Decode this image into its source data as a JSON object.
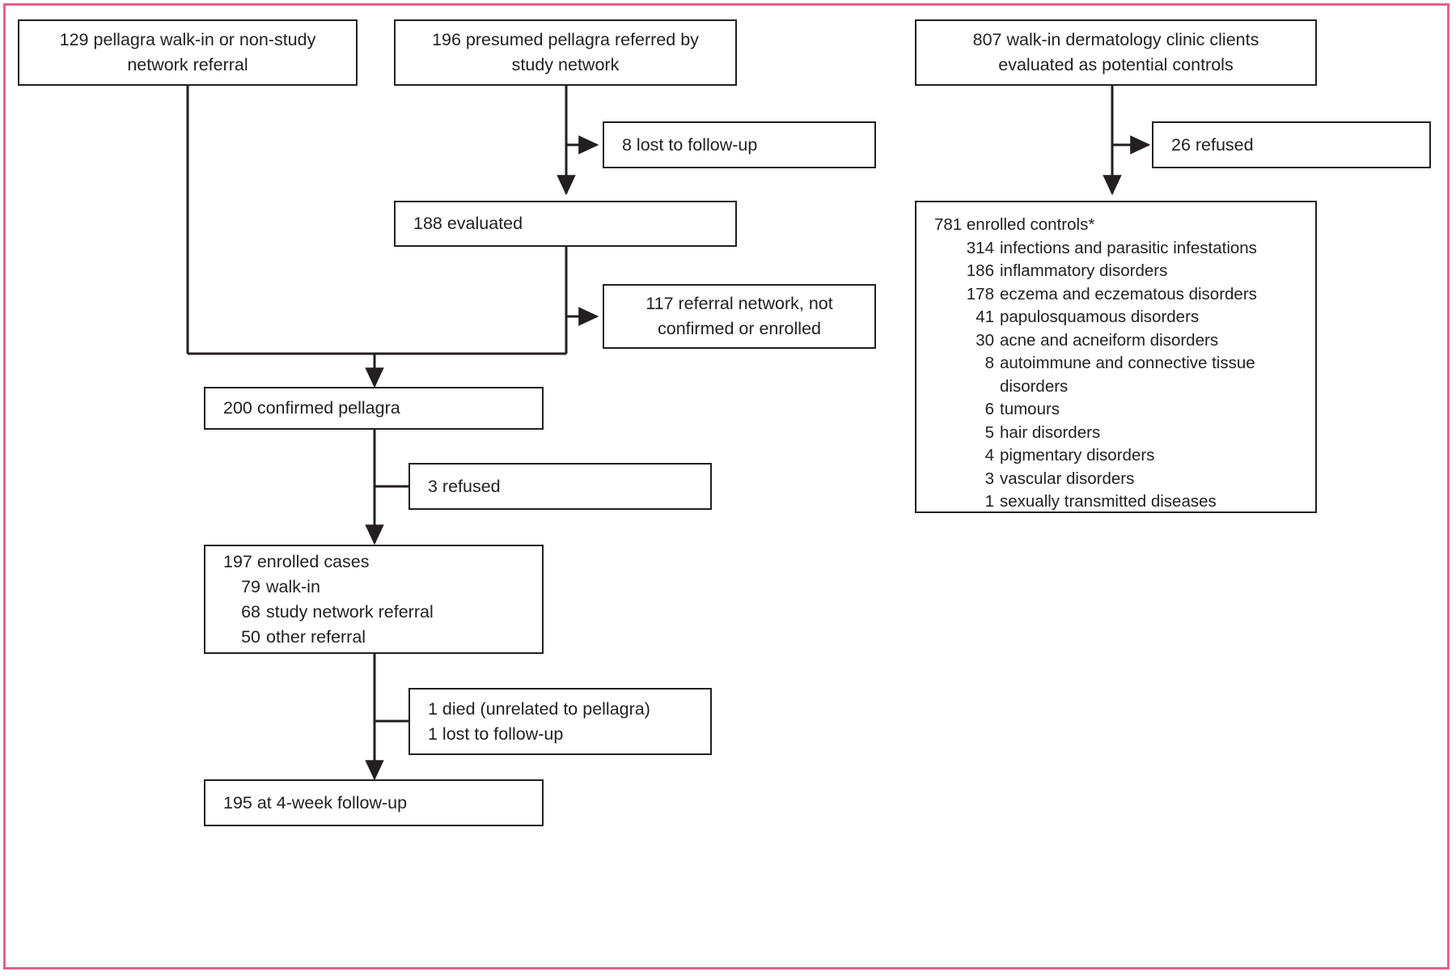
{
  "figure": {
    "type": "flowchart",
    "title": "Study profile: pellagra cases and dermatology clinic controls",
    "frame_color": "#e0638a",
    "line_color": "#231f20"
  },
  "nodes": {
    "walkin_source": {
      "line1": "129 pellagra walk-in or non-study",
      "line2": "network referral"
    },
    "network_source": {
      "line1": "196 presumed pellagra referred by",
      "line2": "study network"
    },
    "controls_source": {
      "line1": "807 walk-in dermatology clinic clients",
      "line2": "evaluated as potential controls"
    },
    "lost_followup_8": {
      "label": "8 lost to follow-up"
    },
    "refused_26": {
      "label": "26 refused"
    },
    "evaluated_188": {
      "label": "188 evaluated"
    },
    "not_confirmed_117": {
      "line1": "117 referral network, not",
      "line2": "confirmed or enrolled"
    },
    "confirmed_200": {
      "label": "200 confirmed pellagra"
    },
    "refused_3": {
      "label": "3 refused"
    },
    "enrolled_cases": {
      "header": "197 enrolled cases",
      "items": [
        {
          "count": "79",
          "text": "walk-in"
        },
        {
          "count": "68",
          "text": "study network referral"
        },
        {
          "count": "50",
          "text": "other referral"
        }
      ]
    },
    "attrition": {
      "line1": "1 died (unrelated to pellagra)",
      "line2": "1 lost to follow-up"
    },
    "followup_195": {
      "label": "195 at 4-week follow-up"
    },
    "enrolled_controls": {
      "header": "781 enrolled controls*",
      "items": [
        {
          "count": "314",
          "text": "infections and parasitic infestations",
          "cont": ""
        },
        {
          "count": "186",
          "text": "inflammatory disorders",
          "cont": ""
        },
        {
          "count": "178",
          "text": "eczema and eczematous disorders",
          "cont": ""
        },
        {
          "count": "41",
          "text": "papulosquamous disorders",
          "cont": ""
        },
        {
          "count": "30",
          "text": "acne and acneiform disorders",
          "cont": ""
        },
        {
          "count": "8",
          "text": "autoimmune and connective tissue",
          "cont": "disorders"
        },
        {
          "count": "6",
          "text": "tumours",
          "cont": ""
        },
        {
          "count": "5",
          "text": "hair disorders",
          "cont": ""
        },
        {
          "count": "4",
          "text": "pigmentary disorders",
          "cont": ""
        },
        {
          "count": "3",
          "text": "vascular disorders",
          "cont": ""
        },
        {
          "count": "1",
          "text": "sexually transmitted diseases",
          "cont": ""
        }
      ]
    }
  },
  "chart_data": {
    "type": "diagram",
    "title": "Study profile",
    "nodes": [
      {
        "id": "walkin_source",
        "label": "129 pellagra walk-in or non-study network referral",
        "value": 129
      },
      {
        "id": "network_source",
        "label": "196 presumed pellagra referred by study network",
        "value": 196
      },
      {
        "id": "controls_source",
        "label": "807 walk-in dermatology clinic clients evaluated as potential controls",
        "value": 807
      },
      {
        "id": "lost_followup_8",
        "label": "8 lost to follow-up",
        "value": 8
      },
      {
        "id": "evaluated_188",
        "label": "188 evaluated",
        "value": 188
      },
      {
        "id": "not_confirmed_117",
        "label": "117 referral network, not confirmed or enrolled",
        "value": 117
      },
      {
        "id": "confirmed_200",
        "label": "200 confirmed pellagra",
        "value": 200
      },
      {
        "id": "refused_3",
        "label": "3 refused",
        "value": 3
      },
      {
        "id": "enrolled_cases",
        "label": "197 enrolled cases",
        "value": 197
      },
      {
        "id": "attrition",
        "label": "1 died (unrelated to pellagra); 1 lost to follow-up",
        "value": 2
      },
      {
        "id": "followup_195",
        "label": "195 at 4-week follow-up",
        "value": 195
      },
      {
        "id": "refused_26",
        "label": "26 refused",
        "value": 26
      },
      {
        "id": "enrolled_controls",
        "label": "781 enrolled controls*",
        "value": 781
      }
    ],
    "edges": [
      {
        "from": "network_source",
        "to": "lost_followup_8"
      },
      {
        "from": "network_source",
        "to": "evaluated_188"
      },
      {
        "from": "evaluated_188",
        "to": "not_confirmed_117"
      },
      {
        "from": "evaluated_188",
        "to": "confirmed_200"
      },
      {
        "from": "walkin_source",
        "to": "confirmed_200"
      },
      {
        "from": "confirmed_200",
        "to": "refused_3"
      },
      {
        "from": "confirmed_200",
        "to": "enrolled_cases"
      },
      {
        "from": "enrolled_cases",
        "to": "attrition"
      },
      {
        "from": "enrolled_cases",
        "to": "followup_195"
      },
      {
        "from": "controls_source",
        "to": "refused_26"
      },
      {
        "from": "controls_source",
        "to": "enrolled_controls"
      }
    ],
    "control_breakdown": {
      "categories": [
        "infections and parasitic infestations",
        "inflammatory disorders",
        "eczema and eczematous disorders",
        "papulosquamous disorders",
        "acne and acneiform disorders",
        "autoimmune and connective tissue disorders",
        "tumours",
        "hair disorders",
        "pigmentary disorders",
        "vascular disorders",
        "sexually transmitted diseases"
      ],
      "values": [
        314,
        186,
        178,
        41,
        30,
        8,
        6,
        5,
        4,
        3,
        1
      ],
      "total": 781
    },
    "case_breakdown": {
      "categories": [
        "walk-in",
        "study network referral",
        "other referral"
      ],
      "values": [
        79,
        68,
        50
      ],
      "total": 197
    }
  }
}
